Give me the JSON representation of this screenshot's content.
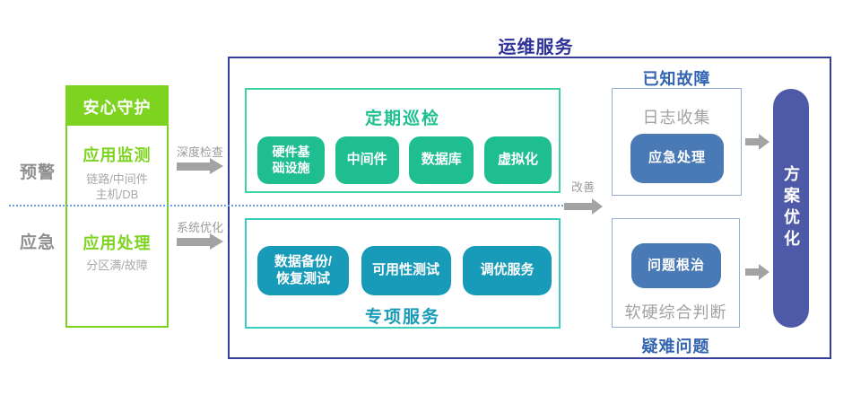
{
  "diagram": {
    "title": "运维服务",
    "zones": {
      "top": "预警",
      "bottom": "应急"
    },
    "guard": {
      "header": "安心守护",
      "monitor": {
        "title": "应用监测",
        "line1": "链路/中间件",
        "line2": "主机/DB"
      },
      "handle": {
        "title": "应用处理",
        "line1": "分区满/故障"
      }
    },
    "arrows": {
      "deep_check": "深度检查",
      "sys_optimize": "系统优化",
      "improve": "改善"
    },
    "inspection": {
      "title": "定期巡检",
      "items": [
        {
          "label": "硬件基础设施"
        },
        {
          "label": "中间件"
        },
        {
          "label": "数据库"
        },
        {
          "label": "虚拟化"
        }
      ]
    },
    "special": {
      "title": "专项服务",
      "items": [
        {
          "label": "数据备份/恢复测试"
        },
        {
          "label": "可用性测试"
        },
        {
          "label": "调优服务"
        }
      ]
    },
    "known_fault": {
      "title": "已知故障",
      "label": "日志收集",
      "button": "应急处理"
    },
    "difficult": {
      "title": "疑难问题",
      "label": "软硬综合判断",
      "button": "问题根治"
    },
    "solution": {
      "label": "方案优化"
    }
  },
  "colors": {
    "bright_green": "#7ed321",
    "emerald": "#1ebe91",
    "emerald_border": "#3fd2a2",
    "teal": "#189bb8",
    "teal_border": "#38cfc0",
    "steel_blue": "#4a7ab5",
    "indigo_pill": "#4e59a8",
    "outer_border": "#363c9c",
    "main_title_blue": "#2f3399",
    "section_title_blue": "#3365b0",
    "light_blue_border": "#96aed2",
    "dotted_line": "#6f9fd8",
    "gray_text": "#9b9b9b",
    "arrow_gray": "#a3a3a3"
  }
}
